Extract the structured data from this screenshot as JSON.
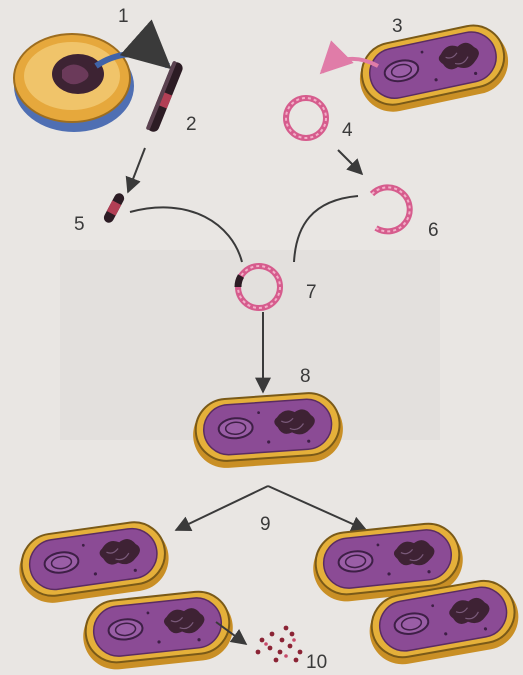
{
  "labels": {
    "n1": "1",
    "n2": "2",
    "n3": "3",
    "n4": "4",
    "n5": "5",
    "n6": "6",
    "n7": "7",
    "n8": "8",
    "n9": "9",
    "n10": "10"
  },
  "colors": {
    "background": "#e9e6e3",
    "cell_outer": "#e0a63a",
    "cell_ring": "#3f63a8",
    "bacterium_wall": "#d9a62c",
    "bacterium_inner": "#8a4a93",
    "plasmid": "#d65c8d",
    "dna_fragment": "#8b2435",
    "arrow": "#3a3a3a",
    "label": "#3a3a3a"
  },
  "icons": {
    "donor_cell": "eukaryotic-cell-icon",
    "bacterium": "bacterium-icon",
    "plasmid": "plasmid-ring-icon",
    "protein_product": "protein-dots-icon"
  }
}
